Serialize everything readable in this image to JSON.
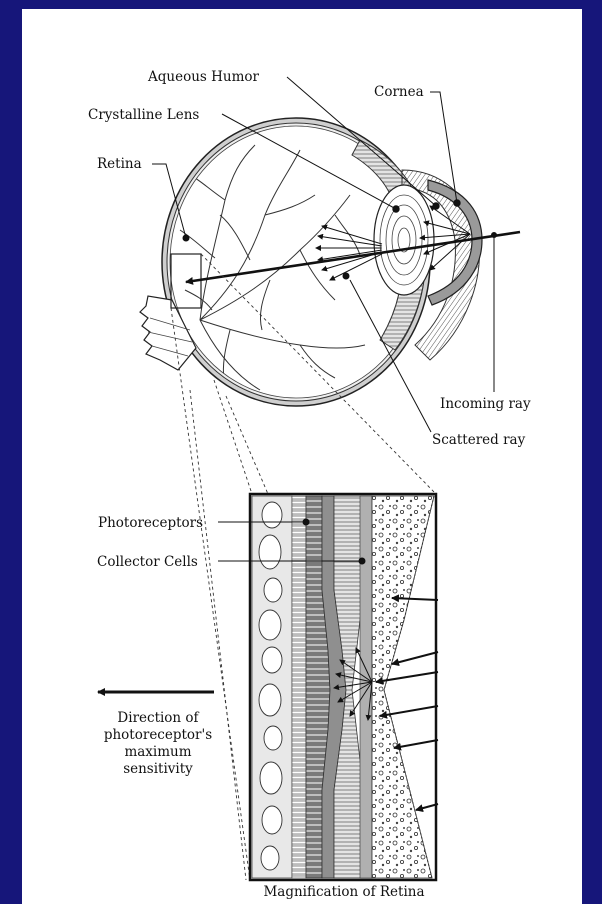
{
  "labels": {
    "aqueous_humor": "Aqueous Humor",
    "cornea": "Cornea",
    "crystalline_lens": "Crystalline Lens",
    "retina": "Retina",
    "incoming_ray": "Incoming ray",
    "scattered_ray": "Scattered ray",
    "photoreceptors": "Photoreceptors",
    "collector_cells": "Collector Cells",
    "direction_line1": "Direction of",
    "direction_line2": "photoreceptor's",
    "direction_line3": "maximum",
    "direction_line4": "sensitivity",
    "magnification": "Magnification of Retina"
  },
  "colors": {
    "frame": "#16167a",
    "background": "#ffffff",
    "ink": "#111111",
    "tissue_light": "#d8d8d8",
    "tissue_mid": "#a9a9a9",
    "tissue_dark": "#6e6e6e"
  }
}
